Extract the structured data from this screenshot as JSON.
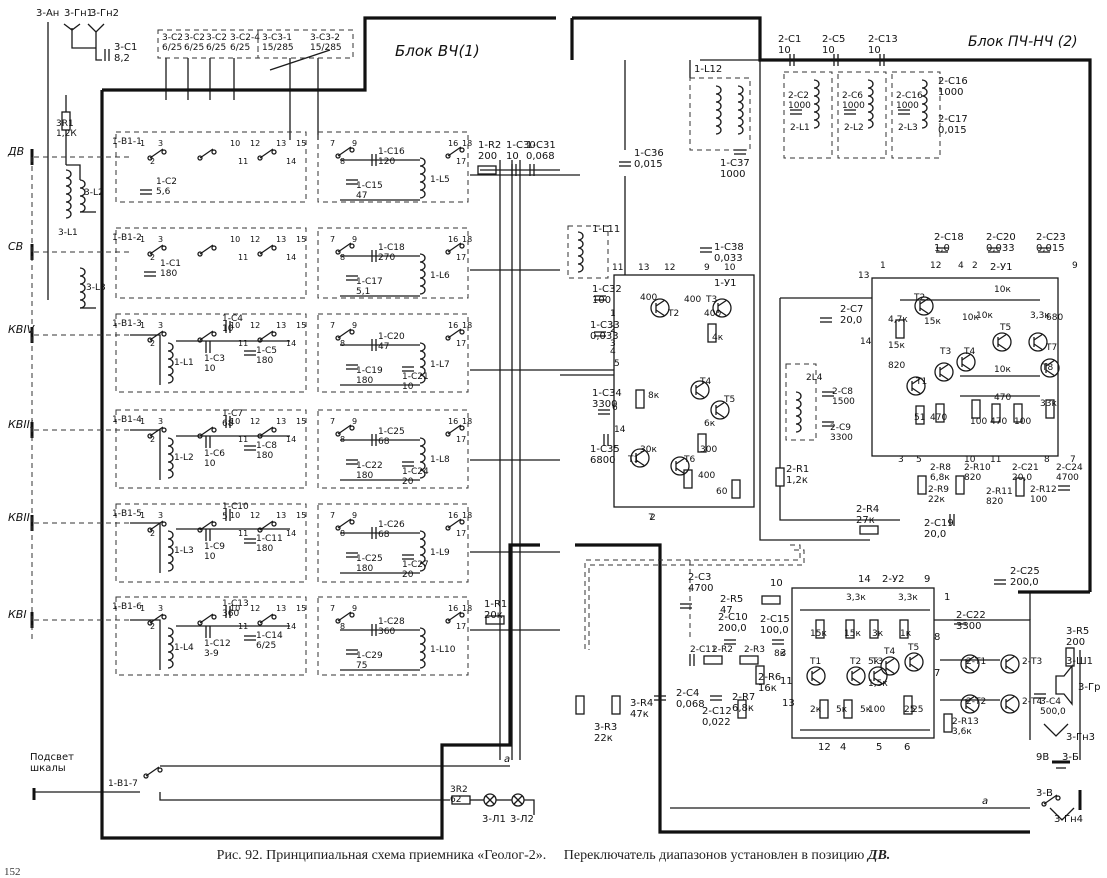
{
  "blocks": {
    "left": "Блок ВЧ(1)",
    "right": "Блок ПЧ-НЧ (2)"
  },
  "bands": [
    "ДВ",
    "СВ",
    "КВIV",
    "КВIII",
    "КВII",
    "КВI"
  ],
  "antenna_labels": [
    "3-Ан",
    "3-Гн1",
    "3-Гн2"
  ],
  "scale_light": [
    "Подсвет",
    "шкалы"
  ],
  "left_components": {
    "c1": [
      "3-С1",
      "8,2"
    ],
    "r1": [
      "3R1",
      "1,2К"
    ],
    "cap_group": [
      "3-С2",
      "3-С2",
      "3-С2",
      "3-С2-4",
      "6/25",
      "6/25",
      "6/25",
      "6/25"
    ],
    "c3": [
      "3-С3-1",
      "3-С3-2",
      "15/285",
      "15/285"
    ],
    "l1": "3-L1",
    "l2": "3-L2",
    "l3": "3-L3",
    "b1": [
      "1-В1-1",
      "1-В1-2",
      "1-В1-3",
      "1-В1-4",
      "1-В1-5",
      "1-В1-6",
      "1-В1-7"
    ],
    "mixer_caps": [
      [
        "1-С2",
        "5,6"
      ],
      [
        "1-С1",
        "180"
      ],
      [
        "1-С3",
        "10"
      ],
      [
        "1-С4",
        "10"
      ],
      [
        "1-С5",
        "180"
      ],
      [
        "1-С6",
        "10"
      ],
      [
        "1-С7",
        "68"
      ],
      [
        "1-С8",
        "180"
      ],
      [
        "1-С9",
        "10"
      ],
      [
        "1-С10",
        "5"
      ],
      [
        "1-С11",
        "180"
      ],
      [
        "1-С12",
        "3-9"
      ],
      [
        "1-С13",
        "360"
      ],
      [
        "1-С14",
        "6/25"
      ]
    ],
    "osc_caps": [
      [
        "1-С16",
        "120"
      ],
      [
        "1-С15",
        "47"
      ],
      [
        "1-С18",
        "270"
      ],
      [
        "1-С17",
        "5,1"
      ],
      [
        "1-С20",
        "47"
      ],
      [
        "1-С19",
        "180"
      ],
      [
        "1-С21",
        "10"
      ],
      [
        "1-С25",
        "68"
      ],
      [
        "1-С22",
        "180"
      ],
      [
        "1-С24",
        "20"
      ],
      [
        "1-С26",
        "68"
      ],
      [
        "1-С25",
        "180"
      ],
      [
        "1-С27",
        "20"
      ],
      [
        "1-С28",
        "360"
      ],
      [
        "1-С29",
        "75"
      ]
    ],
    "coils": [
      "1-L1",
      "1-L2",
      "1-L3",
      "1-L4",
      "1-L5",
      "1-L6",
      "1-L7",
      "1-L8",
      "1-L9",
      "1-L10"
    ],
    "r2": [
      "1-R2",
      "200"
    ],
    "c30": [
      "1-С30",
      "10"
    ],
    "c31": [
      "1-С31",
      "0,068"
    ],
    "r1b": [
      "1-R1",
      "20к"
    ],
    "lamp_r": [
      "3R2",
      "62"
    ],
    "lamps": [
      "3-Л1",
      "3-Л2"
    ],
    "a_label": "а"
  },
  "right_components": {
    "top_caps": [
      [
        "2-С1",
        "10"
      ],
      [
        "2-С5",
        "10"
      ],
      [
        "2-С13",
        "10"
      ]
    ],
    "l12": "1-L12",
    "if_filters": [
      [
        "2-С2",
        "1000"
      ],
      [
        "2-С6",
        "1000"
      ],
      [
        "2-С16",
        "1000"
      ],
      [
        "2-С17",
        "0,015"
      ]
    ],
    "if_coils": [
      "2-L1",
      "2-L2",
      "2-L3"
    ],
    "c36": [
      "1-С36",
      "0,015"
    ],
    "c37": [
      "1-С37",
      "1000"
    ],
    "l11": "1-L11",
    "c38": [
      "1-С38",
      "0,033"
    ],
    "u1": "1-У1",
    "c32": [
      "1-С32",
      "100"
    ],
    "c33": [
      "1-С33",
      "0,033"
    ],
    "c34": [
      "1-С34",
      "3300"
    ],
    "c35": [
      "1-С35",
      "6800"
    ],
    "u1_parts": [
      "400",
      "Т2",
      "400",
      "400",
      "Т3",
      "4к",
      "8к",
      "Т4",
      "Т5",
      "6к",
      "30к",
      "Т1",
      "Т6",
      "300",
      "400",
      "60"
    ],
    "c7": [
      "2-С7",
      "20,0"
    ],
    "u2_caps": [
      [
        "2-С18",
        "1,0"
      ],
      [
        "2-С20",
        "0,033"
      ],
      [
        "2-С23",
        "0,015"
      ]
    ],
    "u2": "2-У1",
    "u2_parts": [
      "10к",
      "Т2",
      "4,7к",
      "15к",
      "10к",
      "10к",
      "3,3к",
      "680",
      "15к",
      "Т5",
      "Т7",
      "Т3",
      "Т4",
      "Т8",
      "820",
      "Т1",
      "10к",
      "470",
      "51",
      "470",
      "100",
      "470",
      "100",
      "33к"
    ],
    "l4": "2L4",
    "c8": [
      "2-С8",
      "1500"
    ],
    "c9": [
      "2-С9",
      "3300"
    ],
    "r1": [
      "2-R1",
      "1,2к"
    ],
    "r8": [
      "2-R8",
      "6,8к"
    ],
    "r9": [
      "2-R9",
      "22к"
    ],
    "r10": [
      "2-R10",
      "820"
    ],
    "r11": [
      "2-R11",
      "820"
    ],
    "r12": [
      "2-R12",
      "100"
    ],
    "c21": [
      "2-С21",
      "20,0"
    ],
    "c24": [
      "2-С24",
      "4700"
    ],
    "c19": [
      "2-С19",
      "20,0"
    ],
    "r4": [
      "2-R4",
      "27к"
    ],
    "c25": [
      "2-С25",
      "200,0"
    ],
    "c3": [
      "2-С3",
      "4700"
    ],
    "u2b": "2-У2",
    "r5": [
      "2-R5",
      "47"
    ],
    "c10": [
      "2-С10",
      "200,0"
    ],
    "c15": [
      "2-С15",
      "100,0"
    ],
    "c22": [
      "2-С22",
      "3300"
    ],
    "c11": "2-С11",
    "r2": "2-R2",
    "r3": "2-R3",
    "r3b": [
      "3-R3",
      "22к"
    ],
    "r4b": [
      "3-R4",
      "47к"
    ],
    "c4": [
      "2-С4",
      "0,068"
    ],
    "c12": [
      "2-С12",
      "0,022"
    ],
    "r6": [
      "2-R6",
      "16к"
    ],
    "r7": [
      "2-R7",
      "6,8к"
    ],
    "amp_parts": [
      "3,3к",
      "3,3к",
      "15к",
      "15к",
      "3к",
      "1к",
      "5к",
      "2к",
      "5к",
      "5к",
      "25",
      "1,5к",
      "8к",
      "100",
      "25",
      "Т1",
      "Т2",
      "Т3",
      "Т4",
      "Т5"
    ],
    "out_t": [
      "2-Т1",
      "2-Т2",
      "2-Т3",
      "2-Т4"
    ],
    "r13": [
      "2-R13",
      "3,6к"
    ],
    "c4b": [
      "3-С4",
      "500,0"
    ],
    "r5b": [
      "3-R5",
      "200"
    ],
    "speaker": [
      "3-Ш1",
      "3-Гр"
    ],
    "jacks": [
      "3-Гн3",
      "3-Гн4"
    ],
    "battery": [
      "9В",
      "3-Б"
    ],
    "switch": "3-В"
  },
  "caption": {
    "main": "Рис. 92. Принципиальная схема приемника «Геолог-2».",
    "note": "Переключатель диапазонов установлен в позицию",
    "position": "ДВ."
  },
  "page_number": "152"
}
